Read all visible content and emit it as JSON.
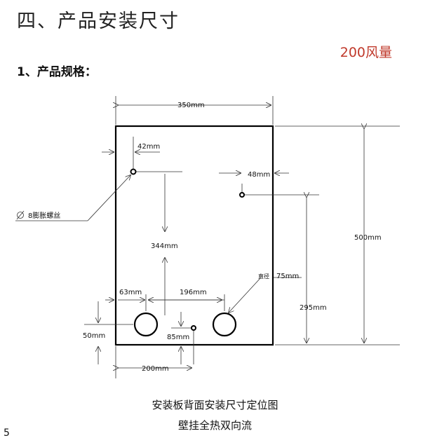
{
  "section_title": "四、产品安装尺寸",
  "model_label": "200风量",
  "spec_heading": "1、产品规格：",
  "drawing": {
    "dims": {
      "width_total": "350mm",
      "height_total": "500mm",
      "screw_offset_x": "42mm",
      "right_hole_offset_x": "48mm",
      "screw_to_center": "344mm",
      "duct_left_offset": "63mm",
      "duct_spacing": "196mm",
      "duct_diameter_prefix": "直径",
      "duct_diameter": "75mm",
      "right_hole_height": "295mm",
      "duct_center_height": "50mm",
      "small_hole_height": "85mm",
      "bottom_offset": "200mm"
    },
    "screw_label": "8膨胀螺丝"
  },
  "caption": {
    "line1": "安装板背面安装尺寸定位图",
    "line2": "壁挂全热双向流"
  },
  "page_number": "5"
}
